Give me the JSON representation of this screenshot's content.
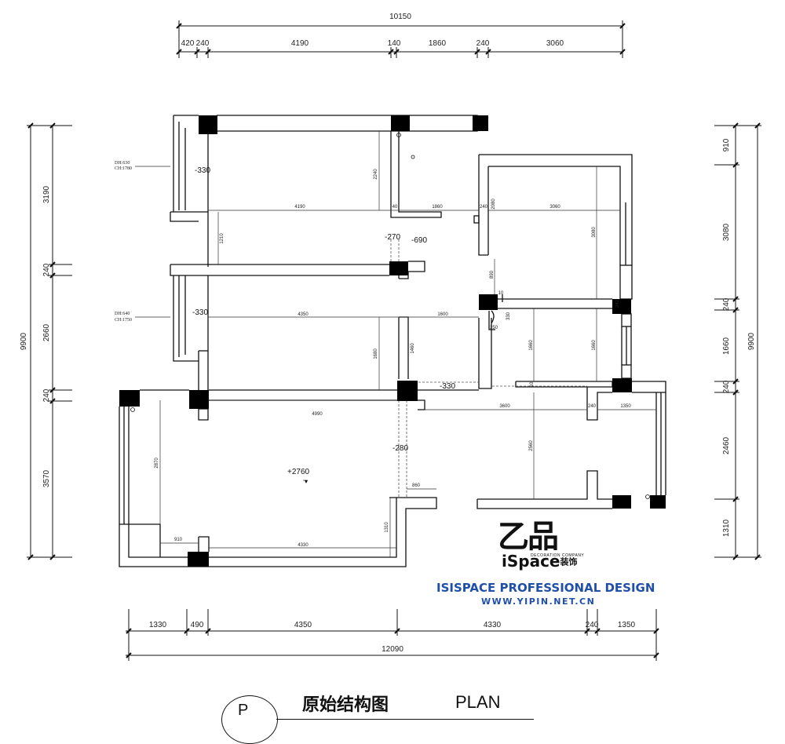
{
  "dimensions": {
    "top_total": "10150",
    "top_segments": [
      "420",
      "240",
      "4190",
      "140",
      "1860",
      "240",
      "3060"
    ],
    "bottom_segments": [
      "1330",
      "490",
      "4350",
      "4330",
      "240",
      "1350"
    ],
    "bottom_total": "12090",
    "left_total": "9900",
    "left_segments": [
      "3190",
      "240",
      "2660",
      "240",
      "3570"
    ],
    "right_total": "9900",
    "right_segments": [
      "910",
      "3080",
      "240",
      "1660",
      "240",
      "2460",
      "1310"
    ],
    "interior": {
      "d4190": "4190",
      "d40": "40",
      "d1860": "1860",
      "d240": "240",
      "d3060": "3060",
      "d2240": "2240",
      "d2080": "2080",
      "d3080": "3080",
      "d1210": "1210",
      "d890": "890",
      "d10": "10",
      "d240b": "240",
      "d330": "330",
      "d250": "250",
      "d4350": "4350",
      "d1600": "1600",
      "d1680": "1680",
      "d1460": "1460",
      "d1660a": "1660",
      "d1660b": "1660",
      "d10b": "10",
      "d4990": "4990",
      "d3600": "3600",
      "d240c": "240",
      "d1350": "1350",
      "d2870": "2870",
      "d2560": "2560",
      "d860": "860",
      "d1310": "1310",
      "d910": "910",
      "d4330": "4330"
    }
  },
  "level_tags": {
    "a": "-330",
    "b": "-270",
    "c": "-690",
    "d": "-330",
    "e": "-330",
    "f": "-280",
    "g": "+2760"
  },
  "window_notes": {
    "w1_dh": "DH:630",
    "w1_ch": "CH:1780",
    "w2_dh": "DH:640",
    "w2_ch": "CH:1750"
  },
  "logo": {
    "brand_cn": "乙品",
    "brand_en": "iSpace",
    "brand_badge": "装饰",
    "company": "DECORATION COMPANY",
    "slogan": "ISISPACE PROFESSIONAL DESIGN",
    "url": "WWW.YIPIN.NET.CN"
  },
  "title": {
    "badge_letter": "P",
    "text_cn": "原始结构图",
    "text_en": "PLAN"
  }
}
